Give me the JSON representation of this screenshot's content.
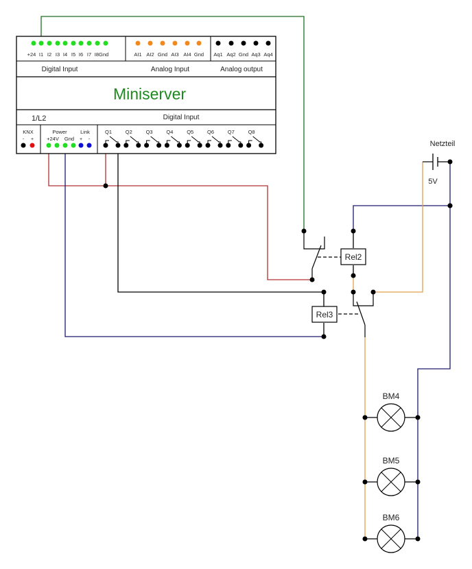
{
  "miniserver": {
    "title": "Miniserver",
    "title_color": "#1e8a1e",
    "digital_input_top": {
      "label": "Digital Input",
      "terminals": [
        "+24",
        "I1",
        "I2",
        "I3",
        "I4",
        "I5",
        "I6",
        "I7",
        "I8Gnd"
      ],
      "dot_color": "#22dd22"
    },
    "analog_input": {
      "label": "Analog Input",
      "terminals": [
        "AI1",
        "AI2",
        "Gnd",
        "AI3",
        "AI4",
        "Gnd"
      ],
      "dot_color": "#f08a1e"
    },
    "analog_output": {
      "label": "Analog output",
      "terminals": [
        "Aq1",
        "Aq2",
        "Gnd",
        "Aq3",
        "Aq4"
      ],
      "dot_color": "#000000"
    },
    "phase_label": "1/L2",
    "digital_output_header": "Digital Input",
    "knx": {
      "label": "KNX",
      "minus": "-",
      "plus": "+"
    },
    "power": {
      "label": "Power",
      "plus24": "+24V",
      "gnd": "Gnd"
    },
    "link": {
      "label": "Link",
      "plus": "+",
      "minus": "-"
    },
    "relay_outputs": [
      "Q1",
      "Q2",
      "Q3",
      "Q4",
      "Q5",
      "Q6",
      "Q7",
      "Q8"
    ]
  },
  "power_supply": {
    "label": "Netzteil",
    "voltage": "5V"
  },
  "relays": [
    {
      "label": "Rel2"
    },
    {
      "label": "Rel3"
    }
  ],
  "lamps": [
    {
      "label": "BM4"
    },
    {
      "label": "BM5"
    },
    {
      "label": "BM6"
    }
  ],
  "wire_colors": {
    "green": "#1e6e1e",
    "red": "#b03030",
    "blue": "#1a1a6e",
    "orange": "#e0a050",
    "black": "#000000"
  }
}
